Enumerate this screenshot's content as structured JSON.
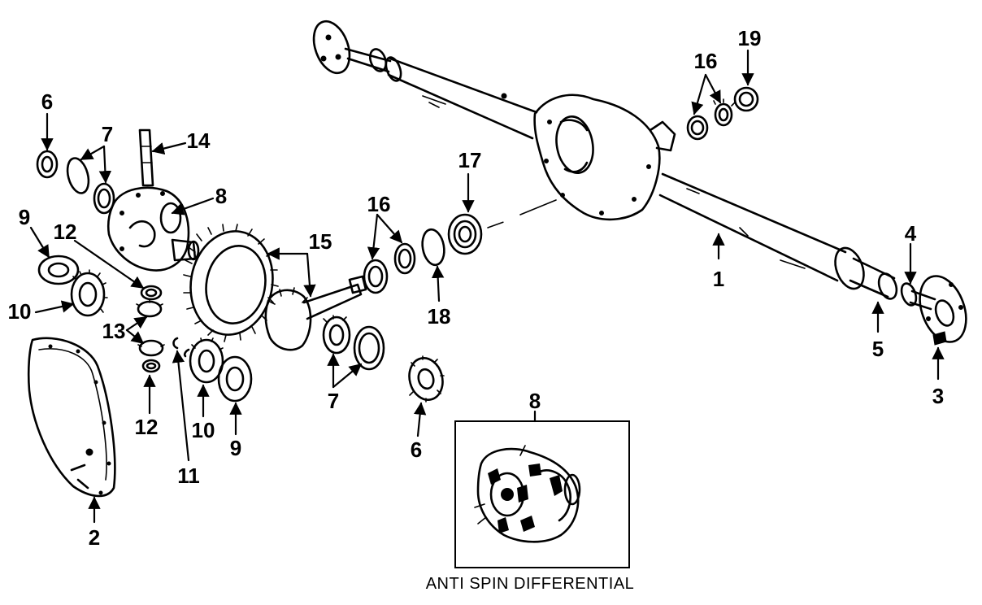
{
  "inset": {
    "caption": "ANTI SPIN DIFFERENTIAL",
    "callout": "8"
  },
  "callouts": {
    "c1": "1",
    "c2": "2",
    "c3": "3",
    "c4": "4",
    "c5": "5",
    "c6a": "6",
    "c6b": "6",
    "c7a": "7",
    "c7b": "7",
    "c8": "8",
    "c9a": "9",
    "c9b": "9",
    "c10a": "10",
    "c10b": "10",
    "c11": "11",
    "c12a": "12",
    "c12b": "12",
    "c13": "13",
    "c14": "14",
    "c15": "15",
    "c16a": "16",
    "c16b": "16",
    "c17": "17",
    "c18": "18",
    "c19": "19"
  }
}
